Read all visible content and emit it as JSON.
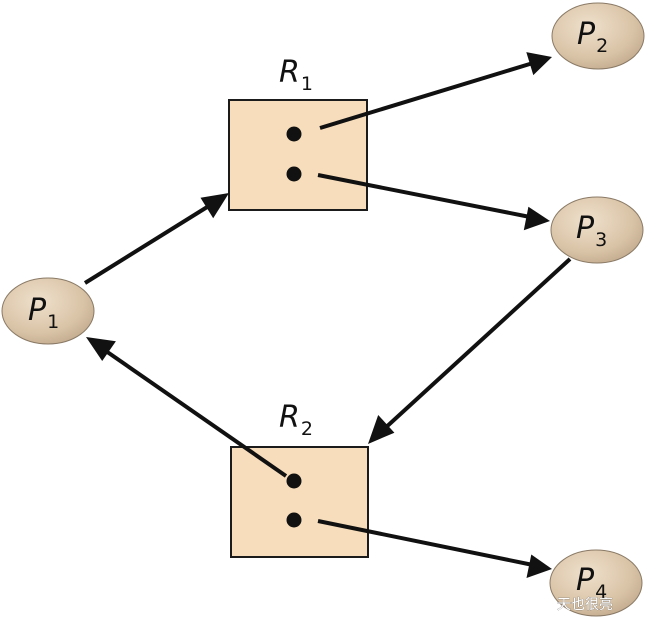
{
  "colors": {
    "process_fill": "#dcc6aa",
    "process_stroke": "#8a7a66",
    "resource_fill": "#f7ddbb",
    "resource_stroke": "#1b1b1b",
    "edge": "#111111",
    "dot": "#111111"
  },
  "processes": [
    {
      "id": "P1",
      "letter": "P",
      "sub": "1"
    },
    {
      "id": "P2",
      "letter": "P",
      "sub": "2"
    },
    {
      "id": "P3",
      "letter": "P",
      "sub": "3"
    },
    {
      "id": "P4",
      "letter": "P",
      "sub": "4"
    }
  ],
  "resources": [
    {
      "id": "R1",
      "letter": "R",
      "sub": "1",
      "instances": 2
    },
    {
      "id": "R2",
      "letter": "R",
      "sub": "2",
      "instances": 2
    }
  ],
  "edges": [
    {
      "from": "P1",
      "to": "R1",
      "kind": "request"
    },
    {
      "from": "R1",
      "to": "P2",
      "kind": "assignment"
    },
    {
      "from": "R1",
      "to": "P3",
      "kind": "assignment"
    },
    {
      "from": "P3",
      "to": "R2",
      "kind": "request"
    },
    {
      "from": "R2",
      "to": "P1",
      "kind": "assignment"
    },
    {
      "from": "R2",
      "to": "P4",
      "kind": "assignment"
    }
  ],
  "watermark": "天也很亮"
}
